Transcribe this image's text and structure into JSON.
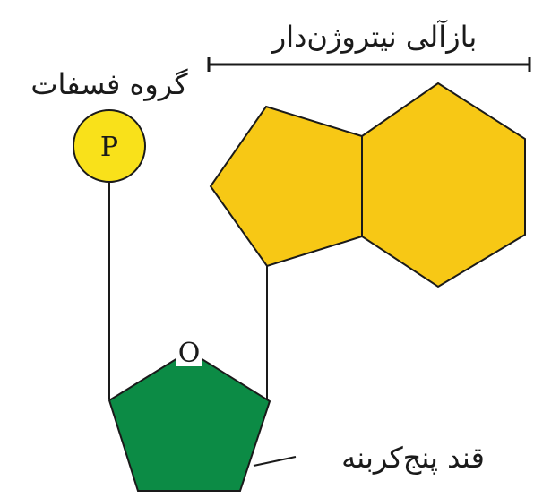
{
  "labels": {
    "nitrogen_base": "بازآلی نیتروژن‌دار",
    "phosphate_group": "گروه فسفات",
    "pentose_sugar": "قند پنج‌کربنه"
  },
  "atoms": {
    "phosphate_symbol": "P",
    "ring_oxygen": "O"
  },
  "colors": {
    "phosphate_fill": "#f9e11a",
    "base_fill": "#f7c815",
    "sugar_fill": "#0c8b45",
    "outline": "#1a1a1a"
  }
}
